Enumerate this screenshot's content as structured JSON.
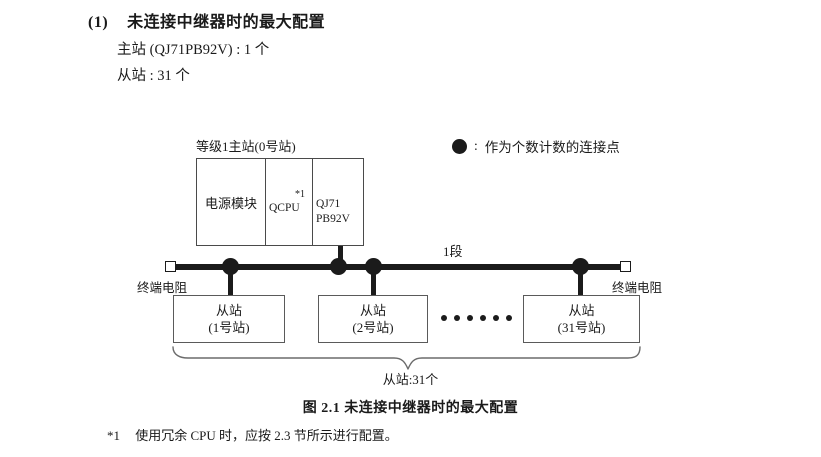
{
  "section": {
    "number": "(1)",
    "title": "未连接中继器时的最大配置",
    "lines": [
      "主站 (QJ71PB92V) : 1 个",
      "从站 : 31 个"
    ]
  },
  "legend": {
    "icon": "filled-circle-icon",
    "separator": ":",
    "text": "作为个数计数的连接点"
  },
  "diagram": {
    "master": {
      "label": "等级1主站(0号站)",
      "cells": [
        {
          "name": "power-module",
          "text": "电源模块"
        },
        {
          "name": "cpu-module",
          "text": "QCPU",
          "note": "*1"
        },
        {
          "name": "network-module",
          "line1": "QJ71",
          "line2": "PB92V"
        }
      ]
    },
    "segment_label": "1段",
    "terminators": [
      {
        "name": "terminator-left",
        "label": "终端电阻"
      },
      {
        "name": "terminator-right",
        "label": "终端电阻"
      }
    ],
    "slaves": [
      {
        "title": "从站",
        "station": "(1号站)"
      },
      {
        "title": "从站",
        "station": "(2号站)"
      },
      {
        "title": "从站",
        "station": "(31号站)"
      }
    ],
    "ellipsis_dot_count": 6,
    "brace_caption": "从站:31个"
  },
  "figure_caption": "图 2.1  未连接中继器时的最大配置",
  "footnote": {
    "mark": "*1",
    "text": "使用冗余 CPU 时，应按 2.3 节所示进行配置。"
  },
  "colors": {
    "ink": "#1a1a1a",
    "line": "#4a4a4a",
    "node": "#1b1b1b",
    "paper": "#ffffff"
  }
}
